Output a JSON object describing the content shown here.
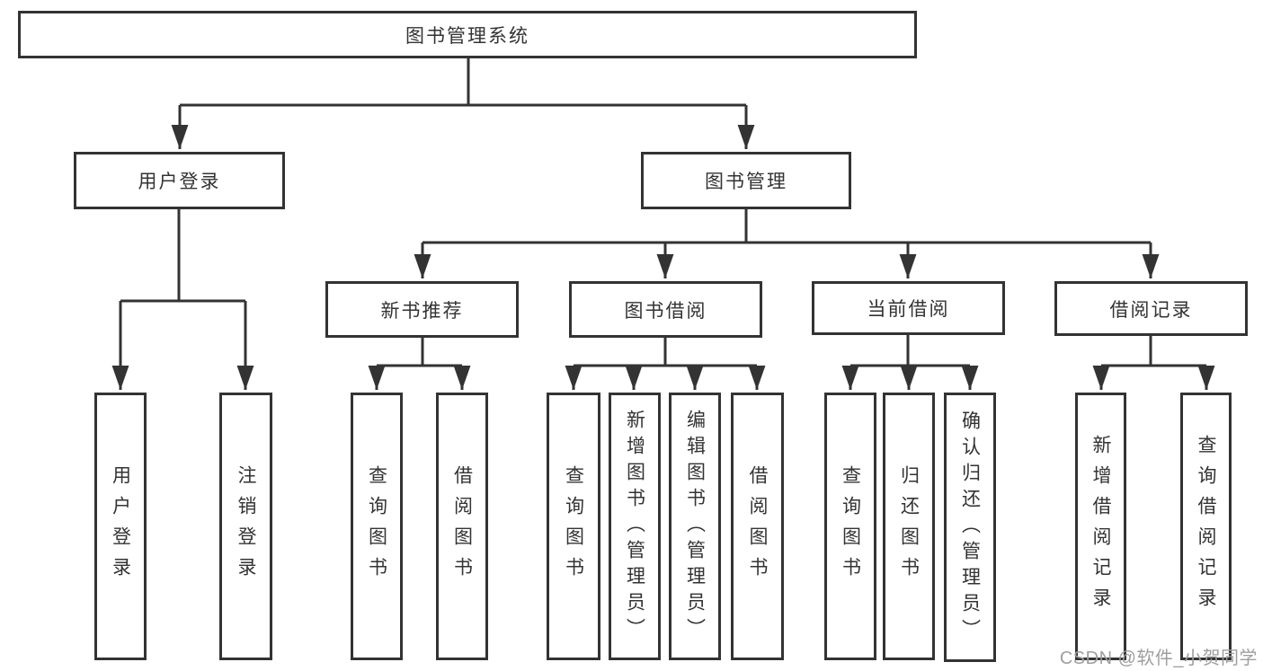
{
  "diagram": {
    "tree": {
      "label": "图书管理系统",
      "children": [
        {
          "label": "用户登录",
          "children": [
            {
              "label": "用户登录"
            },
            {
              "label": "注销登录"
            }
          ]
        },
        {
          "label": "图书管理",
          "children": [
            {
              "label": "新书推荐",
              "children": [
                {
                  "label": "查询图书"
                },
                {
                  "label": "借阅图书"
                }
              ]
            },
            {
              "label": "图书借阅",
              "children": [
                {
                  "label": "查询图书"
                },
                {
                  "label": "新增图书（管理员）"
                },
                {
                  "label": "编辑图书（管理员）"
                },
                {
                  "label": "借阅图书"
                }
              ]
            },
            {
              "label": "当前借阅",
              "children": [
                {
                  "label": "查询图书"
                },
                {
                  "label": "归还图书"
                },
                {
                  "label": "确认归还（管理员）"
                }
              ]
            },
            {
              "label": "借阅记录",
              "children": [
                {
                  "label": "新增借阅记录"
                },
                {
                  "label": "查询借阅记录"
                }
              ]
            }
          ]
        }
      ]
    }
  },
  "watermark": {
    "text": "CSDN @软件_小贺同学"
  },
  "colors": {
    "line": "#333333",
    "text": "#333333",
    "box_bg": "#ffffff",
    "watermark": "#9e9e9e",
    "background": "#ffffff"
  }
}
